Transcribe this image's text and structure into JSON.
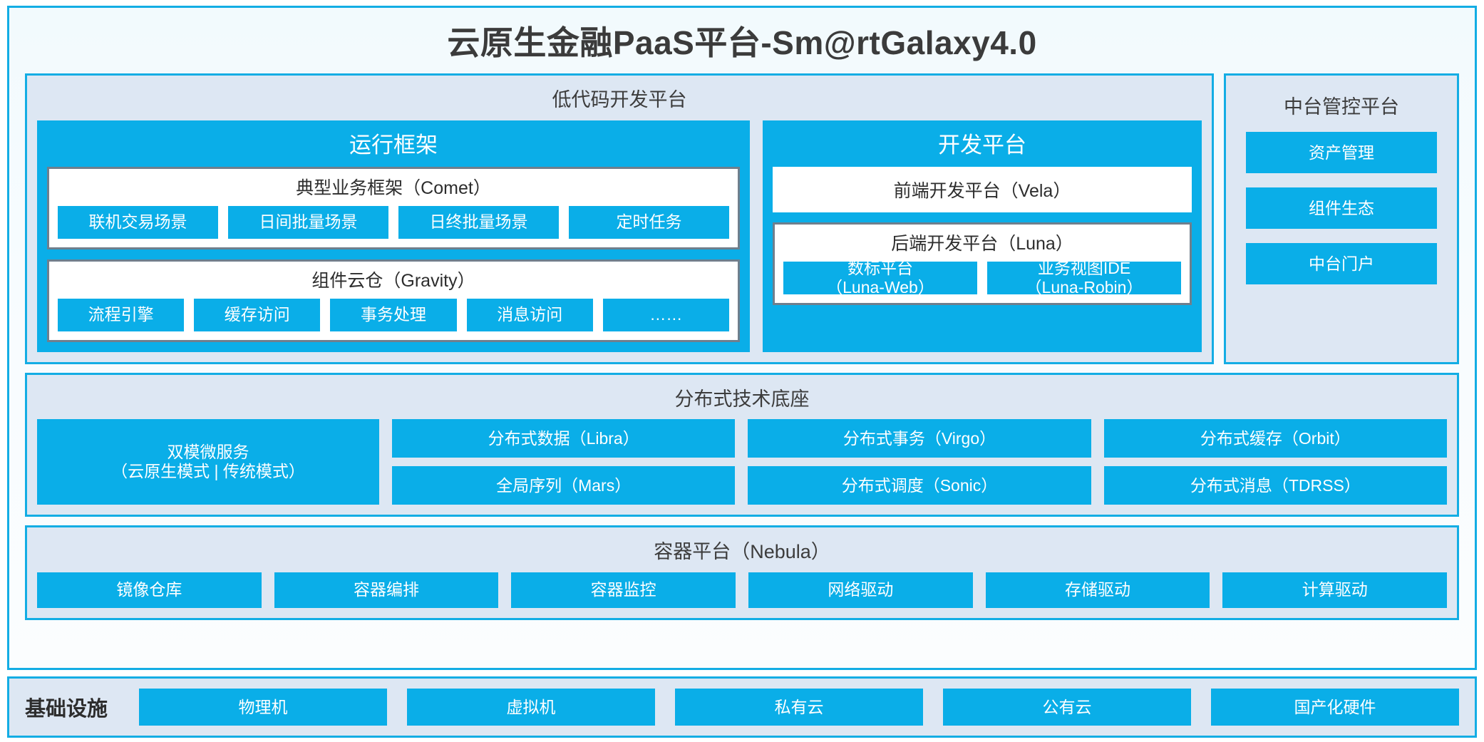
{
  "colors": {
    "accent_blue": "#0aaee8",
    "border_blue": "#13ade4",
    "panel_bg": "#dde7f3",
    "box_border_gray": "#6f7f8d",
    "text_dark": "#3b3b3b"
  },
  "title": "云原生金融PaaS平台-Sm@rtGalaxy4.0",
  "lowcode": {
    "title": "低代码开发平台",
    "runtime": {
      "title": "运行框架",
      "comet": {
        "title": "典型业务框架（Comet）",
        "chips": [
          "联机交易场景",
          "日间批量场景",
          "日终批量场景",
          "定时任务"
        ]
      },
      "gravity": {
        "title": "组件云仓（Gravity）",
        "chips": [
          "流程引擎",
          "缓存访问",
          "事务处理",
          "消息访问",
          "……"
        ]
      }
    },
    "devplatform": {
      "title": "开发平台",
      "frontend": "前端开发平台（Vela）",
      "backend": {
        "title": "后端开发平台（Luna）",
        "chips": [
          {
            "line1": "数标平台",
            "line2": "（Luna-Web）"
          },
          {
            "line1": "业务视图IDE",
            "line2": "（Luna-Robin）"
          }
        ]
      }
    }
  },
  "control_platform": {
    "title": "中台管控平台",
    "items": [
      "资产管理",
      "组件生态",
      "中台门户"
    ]
  },
  "distributed": {
    "title": "分布式技术底座",
    "wide_tile": {
      "line1": "双模微服务",
      "line2": "（云原生模式 | 传统模式）"
    },
    "columns": [
      [
        "分布式数据（Libra）",
        "全局序列（Mars）"
      ],
      [
        "分布式事务（Virgo）",
        "分布式调度（Sonic）"
      ],
      [
        "分布式缓存（Orbit）",
        "分布式消息（TDRSS）"
      ]
    ]
  },
  "container": {
    "title": "容器平台（Nebula）",
    "items": [
      "镜像仓库",
      "容器编排",
      "容器监控",
      "网络驱动",
      "存储驱动",
      "计算驱动"
    ]
  },
  "infrastructure": {
    "label": "基础设施",
    "items": [
      "物理机",
      "虚拟机",
      "私有云",
      "公有云",
      "国产化硬件"
    ]
  }
}
